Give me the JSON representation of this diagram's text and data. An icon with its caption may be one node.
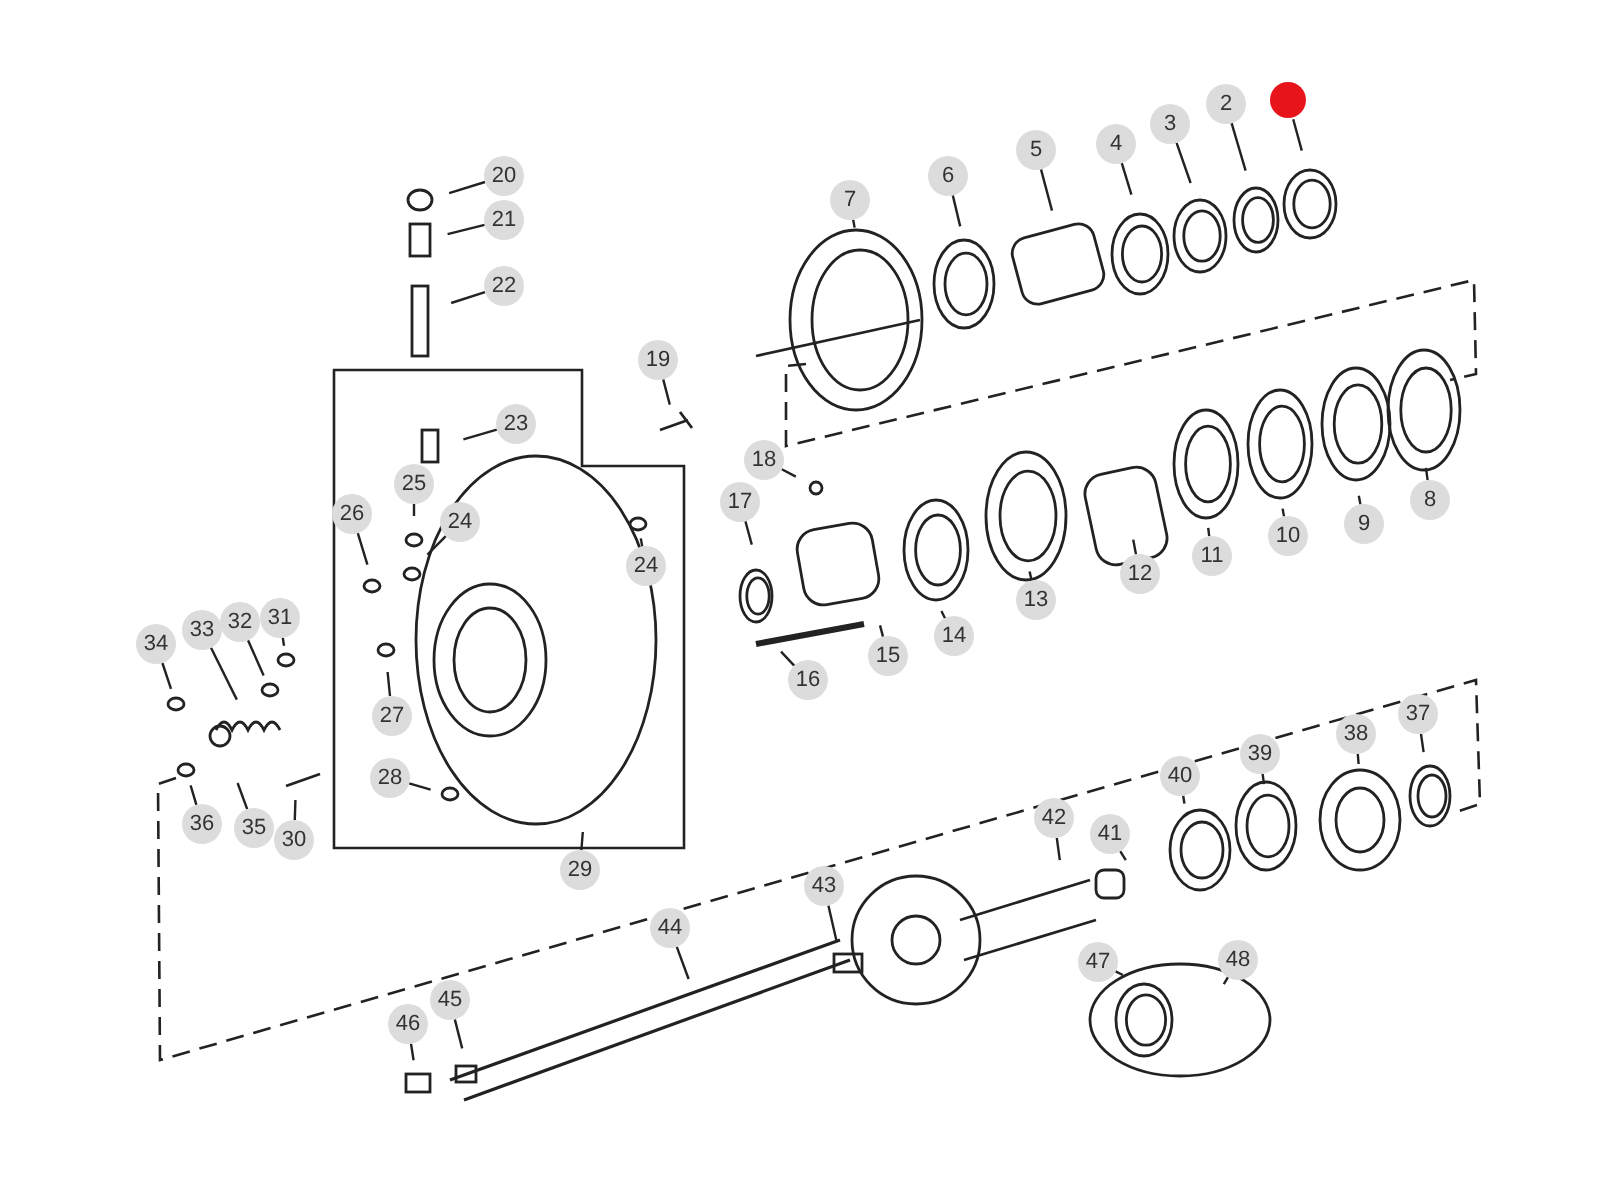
{
  "diagram": {
    "nodes": [
      {
        "text": [],
        "shape": "circle"
      },
      {
        "text": [
          "2"
        ]
      },
      {
        "text": [
          "3"
        ]
      },
      {
        "text": [
          "4"
        ]
      },
      {
        "text": [
          "5"
        ]
      },
      {
        "text": [
          "6"
        ]
      },
      {
        "text": [
          "7"
        ]
      },
      {
        "text": [
          "8"
        ]
      },
      {
        "text": [
          "9"
        ]
      },
      {
        "text": [
          "10"
        ]
      },
      {
        "text": [
          "11"
        ]
      },
      {
        "text": [
          "12"
        ]
      },
      {
        "text": [
          "13"
        ]
      },
      {
        "text": [
          "14"
        ]
      },
      {
        "text": [
          "15"
        ]
      },
      {
        "text": [
          "16"
        ]
      },
      {
        "text": [
          "17"
        ]
      },
      {
        "text": [
          "18"
        ]
      },
      {
        "text": [
          "19"
        ]
      },
      {
        "text": [
          "20"
        ]
      },
      {
        "text": [
          "21"
        ]
      },
      {
        "text": [
          "22"
        ]
      },
      {
        "text": [
          "23"
        ]
      },
      {
        "text": [
          "25"
        ]
      },
      {
        "text": [
          "26"
        ]
      },
      {
        "text": [
          "24"
        ]
      },
      {
        "text": [
          "24"
        ]
      },
      {
        "text": [
          "27"
        ]
      },
      {
        "text": [
          "28"
        ]
      },
      {
        "text": [
          "29"
        ]
      },
      {
        "text": [
          "34"
        ]
      },
      {
        "text": [
          "33"
        ]
      },
      {
        "text": [
          "32"
        ]
      },
      {
        "text": [
          "31"
        ]
      },
      {
        "text": [
          "36"
        ]
      },
      {
        "text": [
          "35"
        ]
      },
      {
        "text": [
          "30"
        ]
      },
      {
        "text": [
          "37"
        ]
      },
      {
        "text": [
          "38"
        ]
      },
      {
        "text": [
          "39"
        ]
      },
      {
        "text": [
          "40"
        ]
      },
      {
        "text": [
          "42"
        ]
      },
      {
        "text": [
          "41"
        ]
      },
      {
        "text": [
          "43"
        ]
      },
      {
        "text": [
          "44"
        ]
      },
      {
        "text": [
          "45"
        ]
      },
      {
        "text": [
          "46"
        ]
      },
      {
        "text": [
          "48"
        ]
      },
      {
        "text": [
          "47"
        ]
      }
    ],
    "edges": [
      {
        "from": 0,
        "to": null,
        "arrow": "none"
      },
      {
        "from": 1,
        "to": null,
        "arrow": "none"
      },
      {
        "from": 2,
        "to": null,
        "arrow": "none"
      },
      {
        "from": 3,
        "to": null,
        "arrow": "none"
      },
      {
        "from": 4,
        "to": null,
        "arrow": "none"
      },
      {
        "from": 5,
        "to": null,
        "arrow": "none"
      },
      {
        "from": 6,
        "to": null,
        "arrow": "none"
      },
      {
        "from": 7,
        "to": null,
        "arrow": "none"
      },
      {
        "from": 8,
        "to": null,
        "arrow": "none"
      },
      {
        "from": 9,
        "to": null,
        "arrow": "none"
      },
      {
        "from": 10,
        "to": null,
        "arrow": "none"
      },
      {
        "from": 11,
        "to": null,
        "arrow": "none"
      },
      {
        "from": 12,
        "to": null,
        "arrow": "none"
      },
      {
        "from": 13,
        "to": null,
        "arrow": "none"
      },
      {
        "from": 14,
        "to": null,
        "arrow": "none"
      },
      {
        "from": 15,
        "to": null,
        "arrow": "none"
      },
      {
        "from": 16,
        "to": null,
        "arrow": "none"
      },
      {
        "from": 17,
        "to": null,
        "arrow": "none"
      },
      {
        "from": 18,
        "to": null,
        "arrow": "none"
      },
      {
        "from": 19,
        "to": null,
        "arrow": "none"
      },
      {
        "from": 20,
        "to": null,
        "arrow": "none"
      },
      {
        "from": 21,
        "to": null,
        "arrow": "none"
      },
      {
        "from": 22,
        "to": null,
        "arrow": "none"
      },
      {
        "from": 23,
        "to": null,
        "arrow": "none"
      },
      {
        "from": 24,
        "to": null,
        "arrow": "none"
      },
      {
        "from": 25,
        "to": null,
        "arrow": "none"
      },
      {
        "from": 26,
        "to": null,
        "arrow": "none"
      },
      {
        "from": 27,
        "to": null,
        "arrow": "none"
      },
      {
        "from": 28,
        "to": null,
        "arrow": "none"
      },
      {
        "from": 29,
        "to": null,
        "arrow": "none"
      },
      {
        "from": 30,
        "to": null,
        "arrow": "none"
      },
      {
        "from": 31,
        "to": null,
        "arrow": "none"
      },
      {
        "from": 32,
        "to": null,
        "arrow": "none"
      },
      {
        "from": 33,
        "to": null,
        "arrow": "none"
      },
      {
        "from": 34,
        "to": null,
        "arrow": "none"
      },
      {
        "from": 35,
        "to": null,
        "arrow": "none"
      },
      {
        "from": 36,
        "to": null,
        "arrow": "none"
      },
      {
        "from": 37,
        "to": null,
        "arrow": "none"
      },
      {
        "from": 38,
        "to": null,
        "arrow": "none"
      },
      {
        "from": 39,
        "to": null,
        "arrow": "none"
      },
      {
        "from": 40,
        "to": null,
        "arrow": "none"
      },
      {
        "from": 41,
        "to": null,
        "arrow": "none"
      },
      {
        "from": 42,
        "to": null,
        "arrow": "none"
      },
      {
        "from": 43,
        "to": null,
        "arrow": "none"
      },
      {
        "from": 44,
        "to": null,
        "arrow": "none"
      },
      {
        "from": 45,
        "to": null,
        "arrow": "none"
      },
      {
        "from": 46,
        "to": null,
        "arrow": "none"
      },
      {
        "from": 47,
        "to": null,
        "arrow": "none"
      },
      {
        "from": 48,
        "to": null,
        "arrow": "none"
      }
    ]
  }
}
